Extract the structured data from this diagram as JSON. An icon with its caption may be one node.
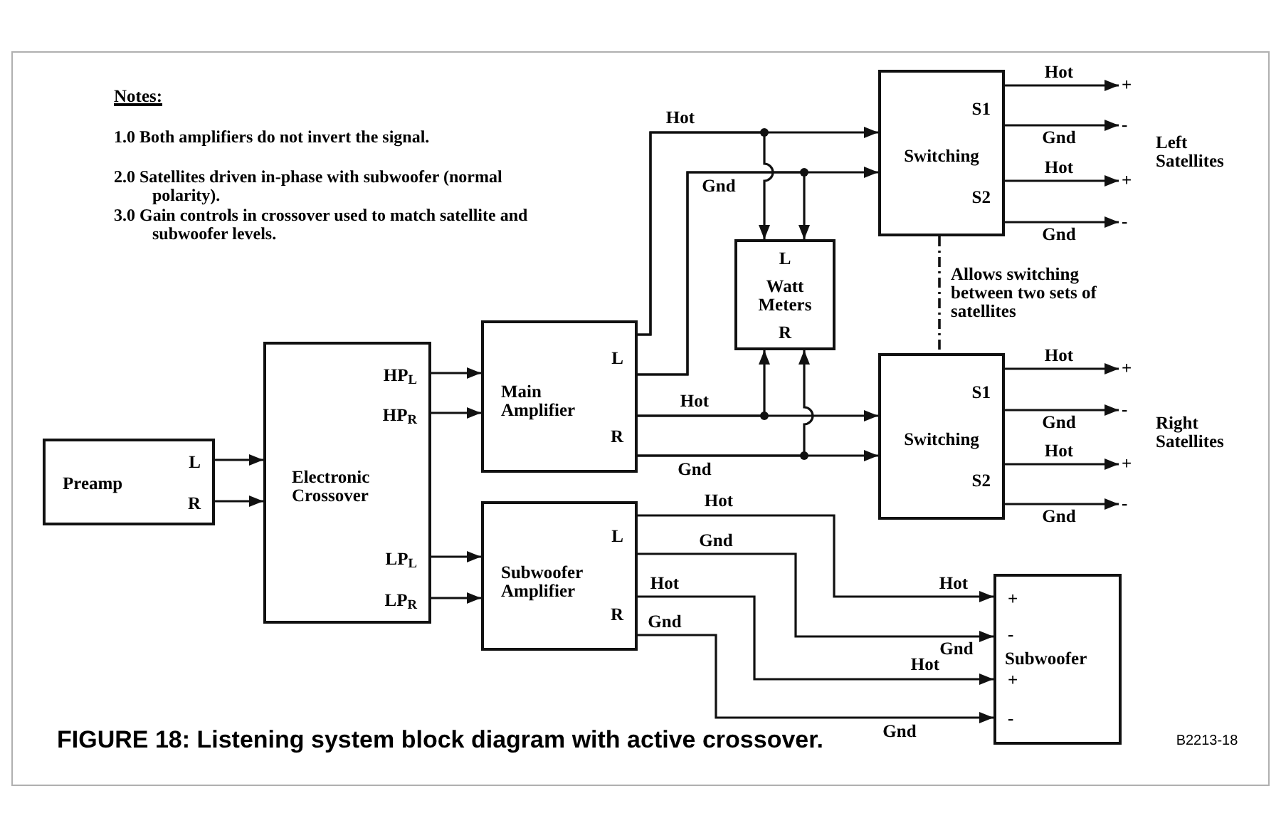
{
  "diagram": {
    "caption": "FIGURE 18: Listening system block diagram with active crossover.",
    "nodes": [
      {
        "text": [
          "L",
          "Preamp",
          "R"
        ]
      },
      {
        "text": [
          "HP$_{L}$",
          "HP$_{R}$",
          "Electronic Crossover",
          "LP$_{L}$",
          "LP$_{R}$"
        ]
      },
      {
        "text": [
          "L",
          "Main Amplifier",
          "R"
        ]
      },
      {
        "text": [
          "L",
          "Subwoofer Amplifier",
          "R"
        ]
      },
      {
        "text": [
          "L",
          "Watt Meters",
          "R"
        ]
      },
      {
        "text": [
          "S1",
          "Switching",
          "S2"
        ]
      },
      {
        "text": [
          "S1",
          "Switching",
          "S2"
        ]
      },
      {
        "text": [
          "+",
          "-",
          "Subwoofer",
          "+",
          "-"
        ]
      },
      {
        "text": [
          "+"
        ]
      },
      {
        "text": [
          "-"
        ]
      },
      {
        "text": [
          "+"
        ]
      },
      {
        "text": [
          "-"
        ]
      },
      {
        "text": [
          "+"
        ]
      },
      {
        "text": [
          "-"
        ]
      },
      {
        "text": [
          "+"
        ]
      },
      {
        "text": [
          "-"
        ]
      }
    ],
    "edges": [
      {
        "from": 0,
        "to": 1,
        "arrow": "to"
      },
      {
        "from": 0,
        "to": 1,
        "arrow": "to"
      },
      {
        "from": 1,
        "to": 2,
        "arrow": "to"
      },
      {
        "from": 1,
        "to": 2,
        "arrow": "to"
      },
      {
        "from": 1,
        "to": 3,
        "arrow": "to"
      },
      {
        "from": 1,
        "to": 3,
        "arrow": "to"
      },
      {
        "from": 2,
        "to": 5,
        "arrow": "to",
        "label": "Hot"
      },
      {
        "from": 2,
        "to": 5,
        "arrow": "to",
        "label": "Gnd"
      },
      {
        "from": 2,
        "to": 6,
        "arrow": "to",
        "label": "Hot"
      },
      {
        "from": 2,
        "to": 6,
        "arrow": "to",
        "label": "Gnd"
      },
      {
        "from": 2,
        "to": 4,
        "arrow": "to"
      },
      {
        "from": 2,
        "to": 4,
        "arrow": "to"
      },
      {
        "from": 2,
        "to": 4,
        "arrow": "to"
      },
      {
        "from": 2,
        "to": 4,
        "arrow": "to"
      },
      {
        "from": 3,
        "to": 7,
        "arrow": "to",
        "label": "Hot"
      },
      {
        "from": 3,
        "to": 7,
        "arrow": "to",
        "label": "Gnd"
      },
      {
        "from": 3,
        "to": 7,
        "arrow": "to",
        "label": "Hot"
      },
      {
        "from": 3,
        "to": 7,
        "arrow": "to",
        "label": "Gnd"
      },
      {
        "from": 5,
        "to": 8,
        "arrow": "to",
        "label": "Hot"
      },
      {
        "from": 5,
        "to": 9,
        "arrow": "to",
        "label": "Gnd"
      },
      {
        "from": 5,
        "to": 10,
        "arrow": "to",
        "label": "Hot"
      },
      {
        "from": 5,
        "to": 11,
        "arrow": "to",
        "label": "Gnd"
      },
      {
        "from": 6,
        "to": 12,
        "arrow": "to",
        "label": "Hot"
      },
      {
        "from": 6,
        "to": 13,
        "arrow": "to",
        "label": "Gnd"
      },
      {
        "from": 6,
        "to": 14,
        "arrow": "to",
        "label": "Hot"
      },
      {
        "from": 6,
        "to": 15,
        "arrow": "to",
        "label": "Gnd"
      },
      {
        "from": 5,
        "to": 6,
        "arrow": "none",
        "style": "dashed"
      }
    ],
    "labels": [
      "Notes:",
      "1.0 Both amplifiers do not invert the signal.",
      "2.0 Satellites driven in-phase with subwoofer (normal polarity).",
      "3.0 Gain controls in crossover used to match satellite and subwoofer levels.",
      "Left Satellites",
      "Allows switching between two sets of satellites",
      "Right Satellites",
      "Hot",
      "Gnd",
      "Hot",
      "Gnd",
      "B2213-18"
    ]
  }
}
